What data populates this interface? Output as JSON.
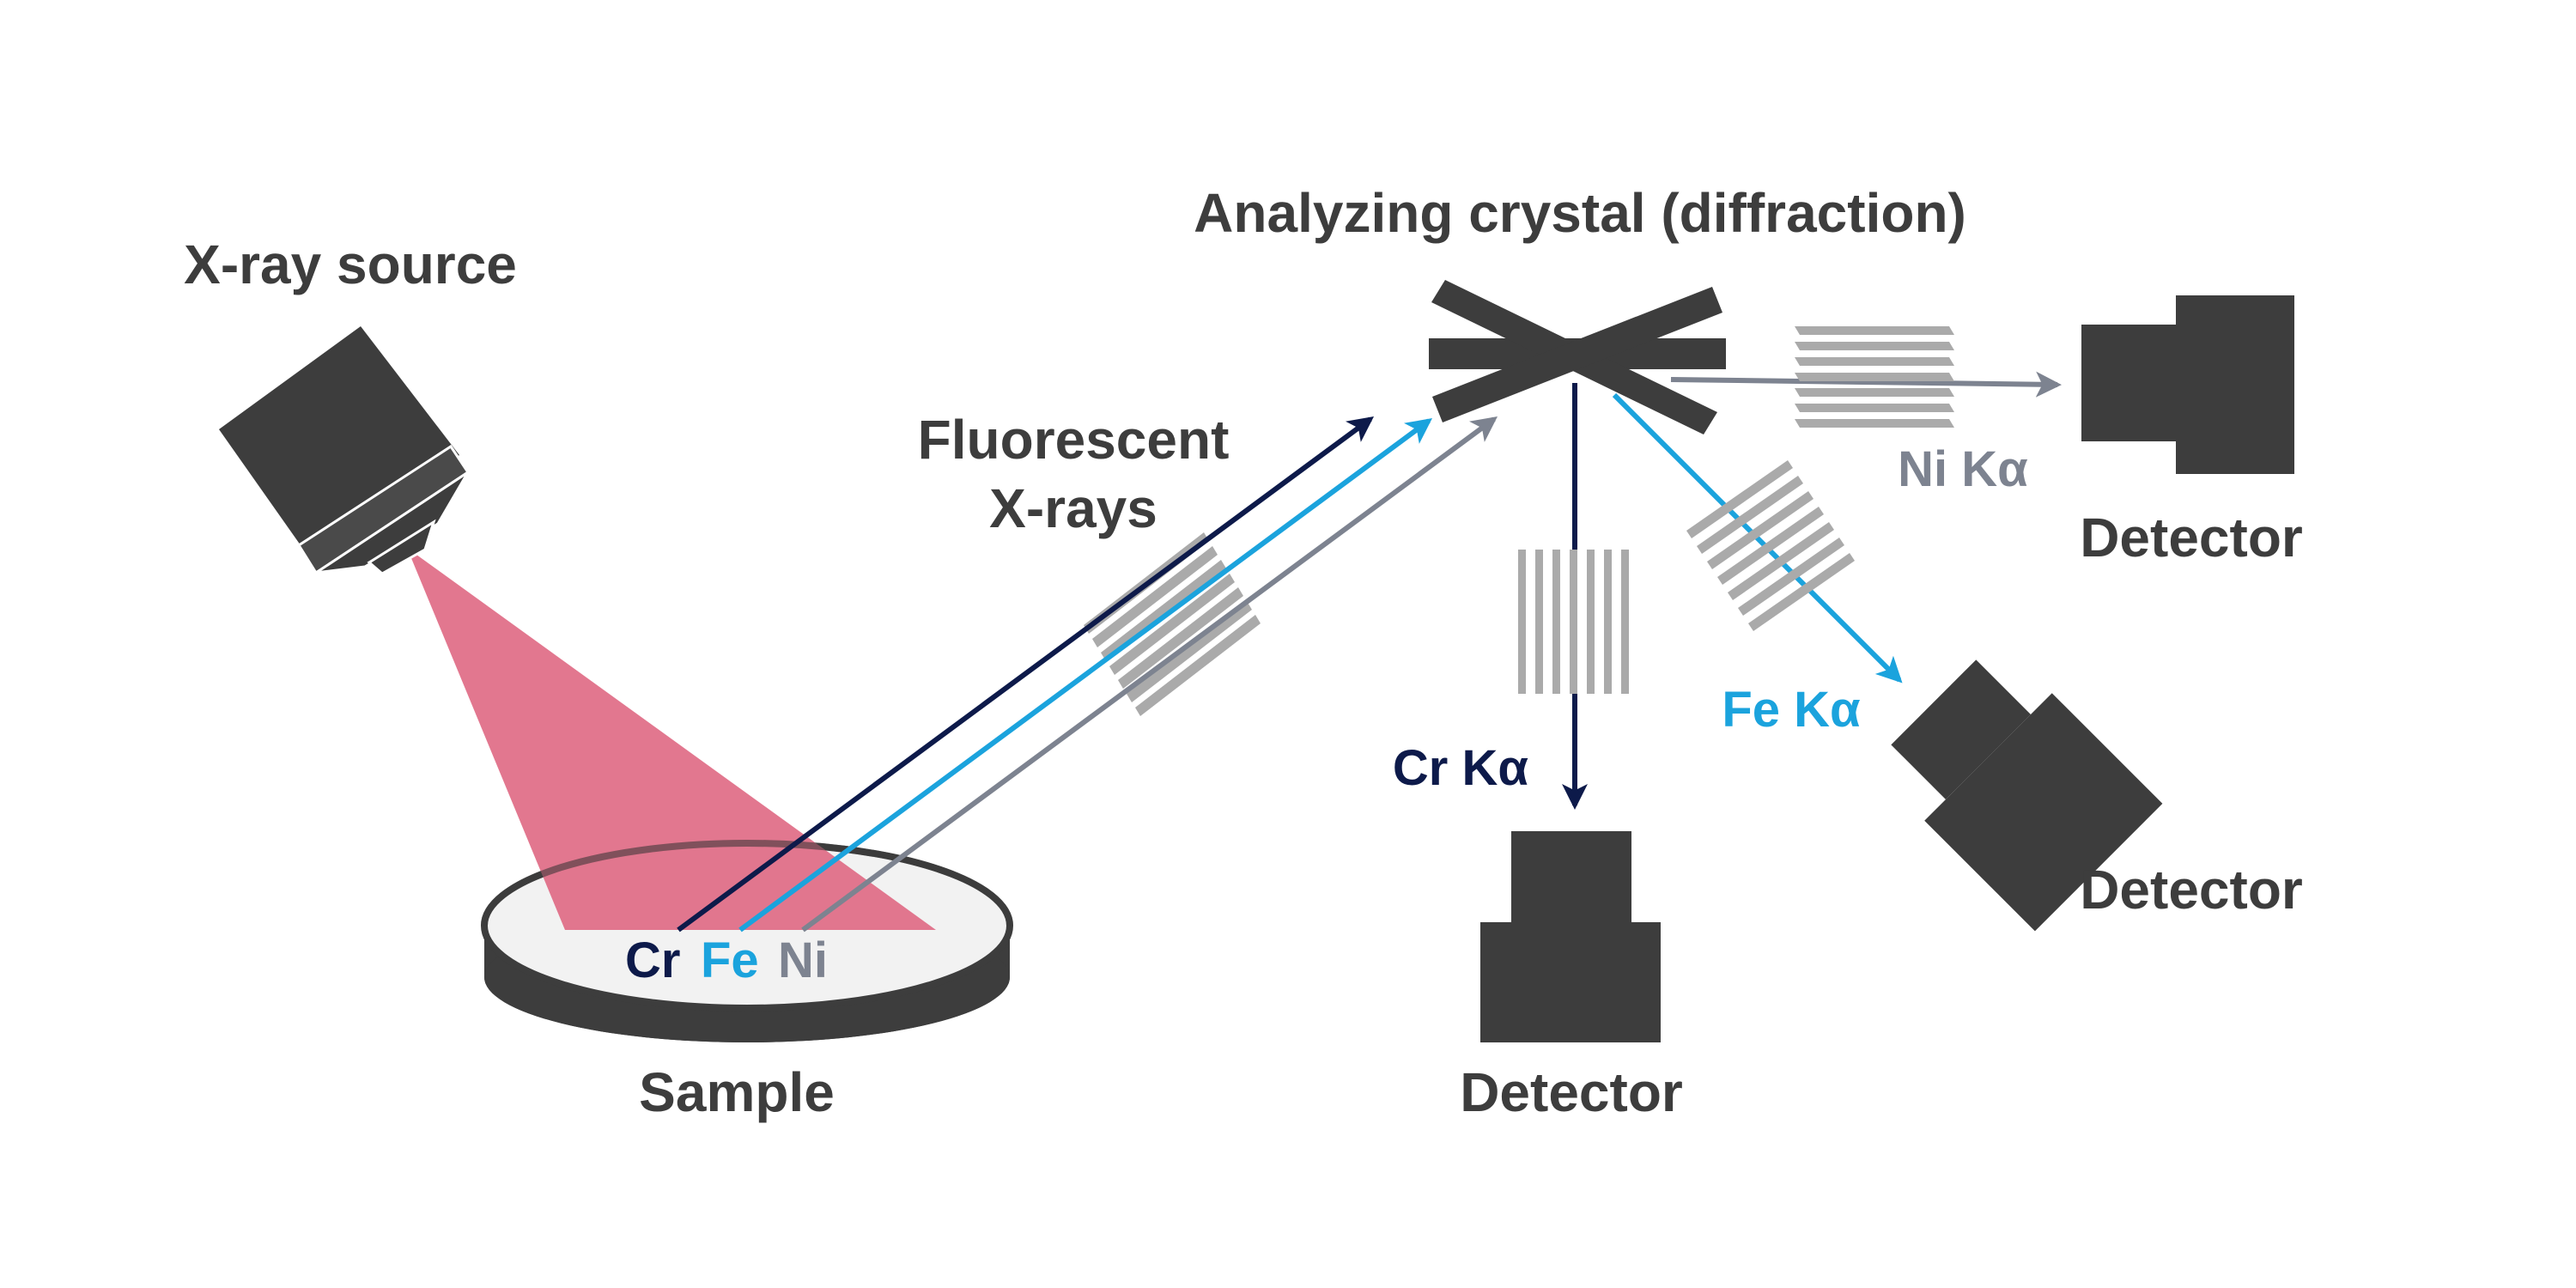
{
  "labels": {
    "xray_source": "X-ray source",
    "analyzing_crystal": "Analyzing crystal (diffraction)",
    "fluorescent_line1": "Fluorescent",
    "fluorescent_line2": "X-rays",
    "sample": "Sample",
    "element_cr": "Cr",
    "element_fe": "Fe",
    "element_ni": "Ni",
    "cr_ka": "Cr Kα",
    "fe_ka": "Fe Kα",
    "ni_ka": "Ni Kα",
    "detector_cr": "Detector",
    "detector_fe": "Detector",
    "detector_ni": "Detector"
  },
  "colors": {
    "cr": "#0d1a4a",
    "fe": "#1ba3dd",
    "ni": "#7d8390",
    "dark": "#3d3d3d",
    "beam": "#e06b86",
    "wave": "#aaaaaa"
  }
}
